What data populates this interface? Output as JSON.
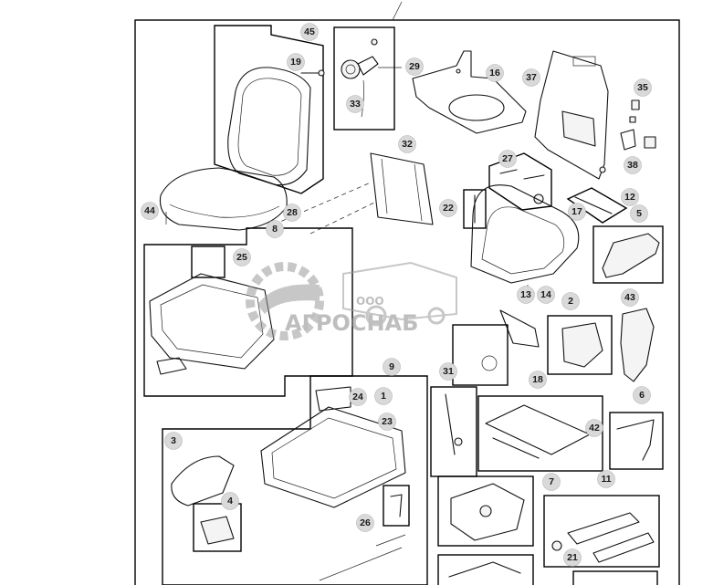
{
  "callouts": [
    "45",
    "19",
    "29",
    "33",
    "16",
    "37",
    "35",
    "32",
    "38",
    "27",
    "22",
    "12",
    "17",
    "5",
    "44",
    "28",
    "8",
    "25",
    "13",
    "14",
    "2",
    "43",
    "9",
    "24",
    "1",
    "31",
    "18",
    "23",
    "6",
    "3",
    "42",
    "7",
    "11",
    "4",
    "26",
    "21"
  ],
  "watermark": {
    "brand": "АГРОСНАБ",
    "prefix": "ООО"
  },
  "colors": {
    "line": "#111111",
    "callout_fill": "#d9d9d9",
    "watermark": "#9a9a9a"
  }
}
